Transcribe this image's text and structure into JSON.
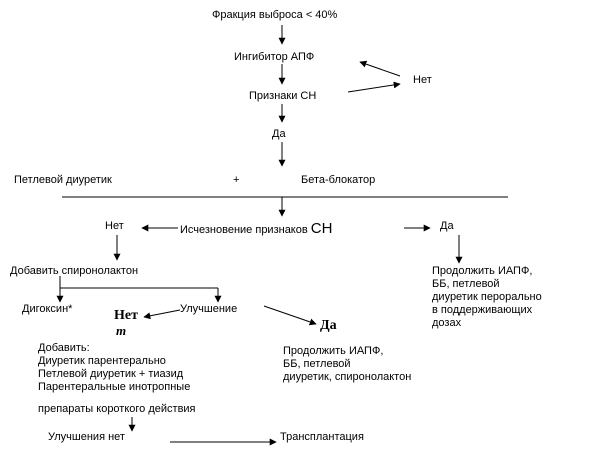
{
  "nodes": {
    "ejection_fraction": "Фракция выброса <  40%",
    "ace_inhibitor": "Ингибитор АПФ",
    "no_top": "Нет",
    "hf_signs": "Признаки СН",
    "yes_top": "Да",
    "loop_diuretic": "Петлевой диуретик",
    "plus": "+",
    "beta_blocker": "Бета-блокатор",
    "no_mid": "Нет",
    "disappearance_prefix": "Исчезновение признаков",
    "disappearance_suffix": "СН",
    "yes_mid": "Да",
    "add_spironolactone": "Добавить спиронолактон",
    "continue_right": [
      "Продолжить ИАПФ,",
      "ББ, петлевой",
      "диуретик перорально",
      "в поддерживающих",
      "дозах"
    ],
    "digoxin": "Дигоксин*",
    "improvement": "Улучшение",
    "no_bold": "Нет",
    "no_bold_mark": "т",
    "yes_bold": "Да",
    "add_block": [
      "Добавить:",
      "Диуретик парентерально",
      "Петлевой диуретик + тиазид",
      "Парентеральные инотропные"
    ],
    "short_acting": "препараты короткого действия",
    "continue_center": [
      "Продолжить ИАПФ,",
      "ББ, петлевой",
      "диуретик, спиронолактон"
    ],
    "no_improvement": "Улучшения нет",
    "transplantation": "Трансплантация"
  }
}
